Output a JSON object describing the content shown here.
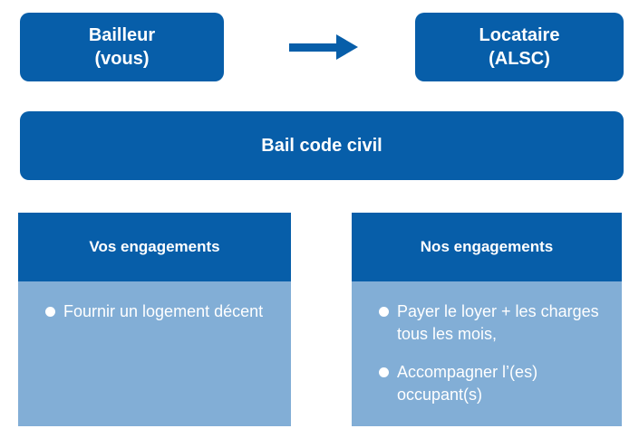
{
  "colors": {
    "primary_blue": "#075ea9",
    "light_blue": "#82aed6",
    "text_white": "#ffffff"
  },
  "flow": {
    "bailleur": {
      "line1": "Bailleur",
      "line2": "(vous)"
    },
    "arrow_icon": "arrow-right",
    "locataire": {
      "line1": "Locataire",
      "line2": "(ALSC)"
    }
  },
  "contract": {
    "label": "Bail code civil"
  },
  "panels": {
    "left": {
      "header": "Vos engagements",
      "items": [
        "Fournir un logement décent"
      ]
    },
    "right": {
      "header": "Nos engagements",
      "items": [
        "Payer le loyer + les charges tous les mois,",
        "Accompagner l’(es) occupant(s)"
      ]
    }
  }
}
